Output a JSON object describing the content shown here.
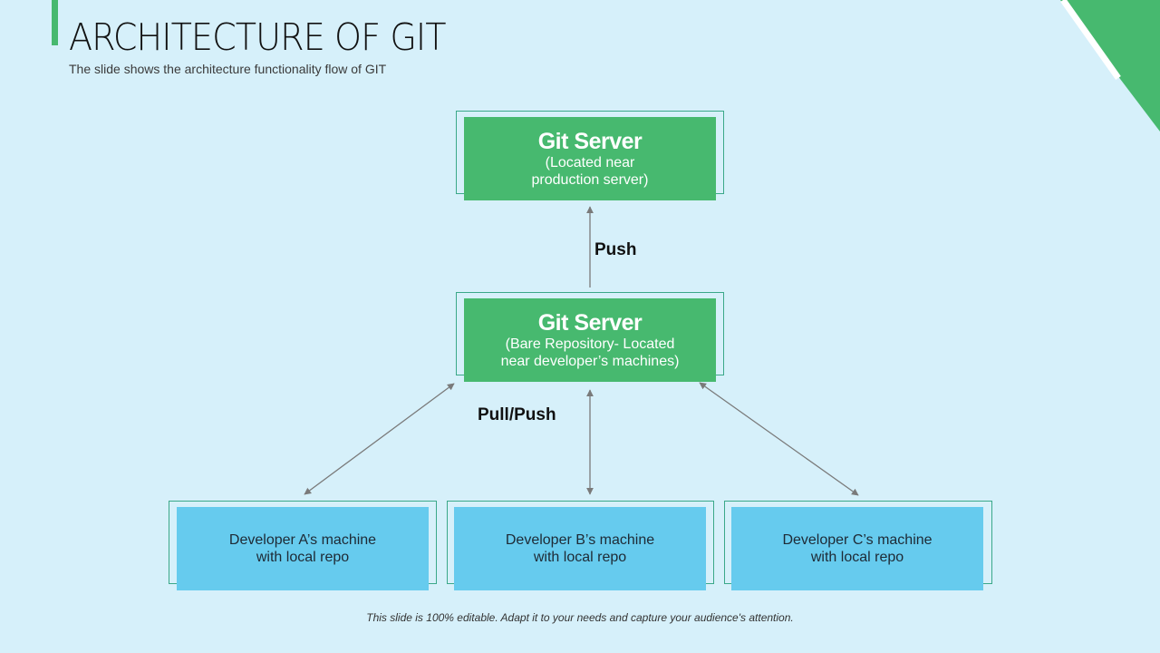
{
  "slide": {
    "title": "ARCHITECTURE OF GIT",
    "subtitle": "The slide shows the architecture functionality flow of GIT",
    "footer": "This slide is 100% editable. Adapt it to your needs and capture your audience's attention."
  },
  "diagram": {
    "production_server": {
      "title": "Git Server",
      "line1": "(Located near",
      "line2": "production server)"
    },
    "bare_server": {
      "title": "Git Server",
      "line1": "(Bare Repository- Located",
      "line2": "near developer’s machines)"
    },
    "labels": {
      "push": "Push",
      "pull_push": "Pull/Push"
    },
    "developers": [
      {
        "line1": "Developer A’s machine",
        "line2": "with local repo"
      },
      {
        "line1": "Developer B’s machine",
        "line2": "with local repo"
      },
      {
        "line1": "Developer C’s machine",
        "line2": "with local repo"
      }
    ]
  },
  "colors": {
    "background": "#d6f0fa",
    "accent_green": "#47b96f",
    "developer_blue": "#66cbee",
    "arrow_gray": "#7a7a7a"
  }
}
